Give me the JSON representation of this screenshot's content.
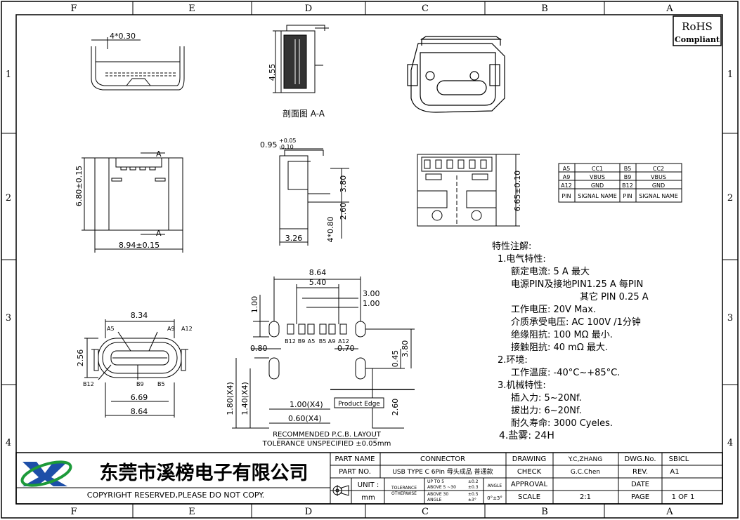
{
  "frame": {
    "columns": [
      "F",
      "E",
      "D",
      "C",
      "B",
      "A"
    ],
    "rows": [
      "1",
      "2",
      "3",
      "4"
    ]
  },
  "rohs": {
    "line1": "RoHS",
    "line2": "Compliant"
  },
  "views": {
    "top_view": {
      "dim_pitch": "4*0.30"
    },
    "section": {
      "dim_height": "4.55",
      "caption": "剖面图 A-A"
    },
    "front_view": {
      "dim_height": "6.80±0.15",
      "dim_width": "8.94±0.15",
      "section_mark_top": "A",
      "section_mark_bottom": "A"
    },
    "side_view": {
      "dim_top": "0.95",
      "dim_tol_plus": "+0.05",
      "dim_tol_minus": "-0.10",
      "dim_380": "3.80",
      "dim_260": "2.60",
      "dim_480": "4*0.80",
      "dim_326": "3.26"
    },
    "bottom_view": {
      "dim_height": "6.65±0.10"
    },
    "end_view": {
      "dim_top": "8.34",
      "dim_side": "2.56",
      "dim_669": "6.69",
      "dim_864": "8.64",
      "pin_labels": [
        "A5",
        "A9",
        "A12",
        "B12",
        "B9",
        "B5"
      ]
    },
    "pcb": {
      "dim_864": "8.64",
      "dim_540": "5.40",
      "dim_300": "3.00",
      "dim_100a": "1.00",
      "dim_100b": "1.00",
      "dim_080": "0.80",
      "dim_070": "0.70",
      "dim_045": "0.45",
      "dim_380": "3.80",
      "dim_180": "1.80(X4)",
      "dim_140": "1.40(X4)",
      "dim_100x4": "1.00(X4)",
      "dim_060x4": "0.60(X4)",
      "dim_260": "2.60",
      "product_edge": "Product Edge",
      "pin_labels": [
        "B12",
        "B9",
        "A5",
        "B5",
        "A9",
        "A12"
      ],
      "caption1": "RECOMMENDED    P.C.B. LAYOUT",
      "caption2": "TOLERANCE UNSPECIFIED ±0.05mm"
    }
  },
  "pin_table": {
    "rows": [
      [
        "A5",
        "CC1",
        "B5",
        "CC2"
      ],
      [
        "A9",
        "VBUS",
        "B9",
        "VBUS"
      ],
      [
        "A12",
        "GND",
        "B12",
        "GND"
      ],
      [
        "PIN",
        "SIGNAL NAME",
        "PIN",
        "SIGNAL NAME"
      ]
    ]
  },
  "notes": {
    "title": "特性注解:",
    "lines": [
      "1.电气特性:",
      "额定电流: 5 A 最大",
      "电源PIN及接地PIN1.25 A 每PIN",
      "其它 PIN 0.25 A",
      "工作电压:  20V Max.",
      "介质承受电压: AC 100V /1分钟",
      "绝缘阻抗: 100 MΩ 最小.",
      "接触阻抗: 40 mΩ 最大.",
      "2.环境:",
      "工作温度: -40°C~+85°C.",
      "3.机械特性:",
      "插入力: 5~20Nf.",
      "拔出力: 6~20Nf.",
      "耐久寿命: 3000 Cyeles.",
      "4.盐雾: 24H"
    ]
  },
  "title_block": {
    "company": "东莞市溪榜电子有限公司",
    "copyright": "COPYRIGHT RESERVED,PLEASE DO NOT COPY.",
    "part_name_label": "PART NAME",
    "part_name": "CONNECTOR",
    "part_no_label": "PART NO.",
    "part_no": "USB TYPE C 6Pin 母头成品 普通款",
    "unit_label": "UNIT :",
    "unit": "mm",
    "tolerance_label1": "TOLERANCE",
    "tolerance_label2": "OTHERWISE",
    "tol_up_to": "UP TO 5",
    "tol_up_to_v": "±0.2",
    "tol_above5": "ABOVE 5 ~30",
    "tol_above5_v": "±0.3",
    "tol_above30": "ABOVE 30",
    "tol_above30_v": "±0.5",
    "tol_angle_small": "ANGLE",
    "tol_angle_small_v": "±3°",
    "angle_label": "ANGLE",
    "angle_value": "0°±3°",
    "drawing_label": "DRAWING",
    "drawing": "Y.C,ZHANG",
    "check_label": "CHECK",
    "check": "G.C.Chen",
    "approval_label": "APPROVAL",
    "approval": "",
    "scale_label": "SCALE",
    "scale": "2:1",
    "dwg_label": "DWG.No.",
    "dwg": "SBICL",
    "rev_label": "REV.",
    "rev": "A1",
    "date_label": "DATE",
    "date": "",
    "page_label": "PAGE",
    "page": "1  OF  1"
  }
}
